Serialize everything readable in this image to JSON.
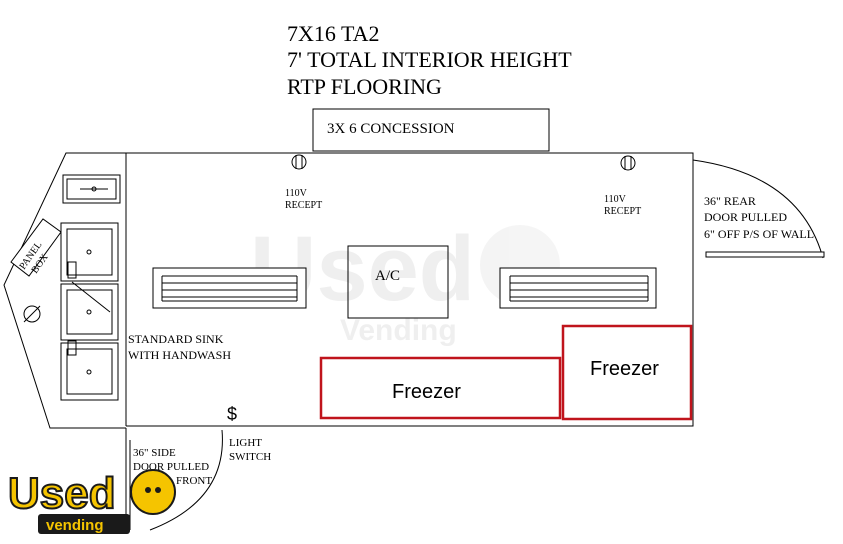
{
  "title": {
    "line1": "7X16 TA2",
    "line2": "7' TOTAL INTERIOR HEIGHT",
    "line3": "RTP FLOORING"
  },
  "concession_window": {
    "label": "3X 6 CONCESSION"
  },
  "receptacles": [
    {
      "line1": "110V",
      "line2": "RECEPT"
    },
    {
      "line1": "110V",
      "line2": "RECEPT"
    }
  ],
  "ac_unit": {
    "label": "A/C"
  },
  "sink": {
    "line1": "STANDARD SINK",
    "line2": "WITH HANDWASH"
  },
  "panel_box": {
    "line1": "PANEL",
    "line2": "BOX"
  },
  "light_switch": {
    "line1": "LIGHT",
    "line2": "SWITCH"
  },
  "rear_door": {
    "line1": "36\" REAR",
    "line2": "DOOR PULLED",
    "line3": "6\" OFF P/S OF WALL"
  },
  "side_door": {
    "line1": "36\" SIDE",
    "line2": "DOOR PULLED",
    "line3": "FRONT"
  },
  "freezers": [
    {
      "label": "Freezer"
    },
    {
      "label": "Freezer"
    }
  ],
  "watermark": {
    "brand": "Used",
    "sub": "Vending"
  },
  "logo": {
    "brand": "Used",
    "sub": "vending"
  },
  "colors": {
    "freezer_outline": "#c0141c",
    "logo_yellow": "#f5c400",
    "logo_dark": "#1a1a1a",
    "watermark": "#e6e6e6"
  }
}
